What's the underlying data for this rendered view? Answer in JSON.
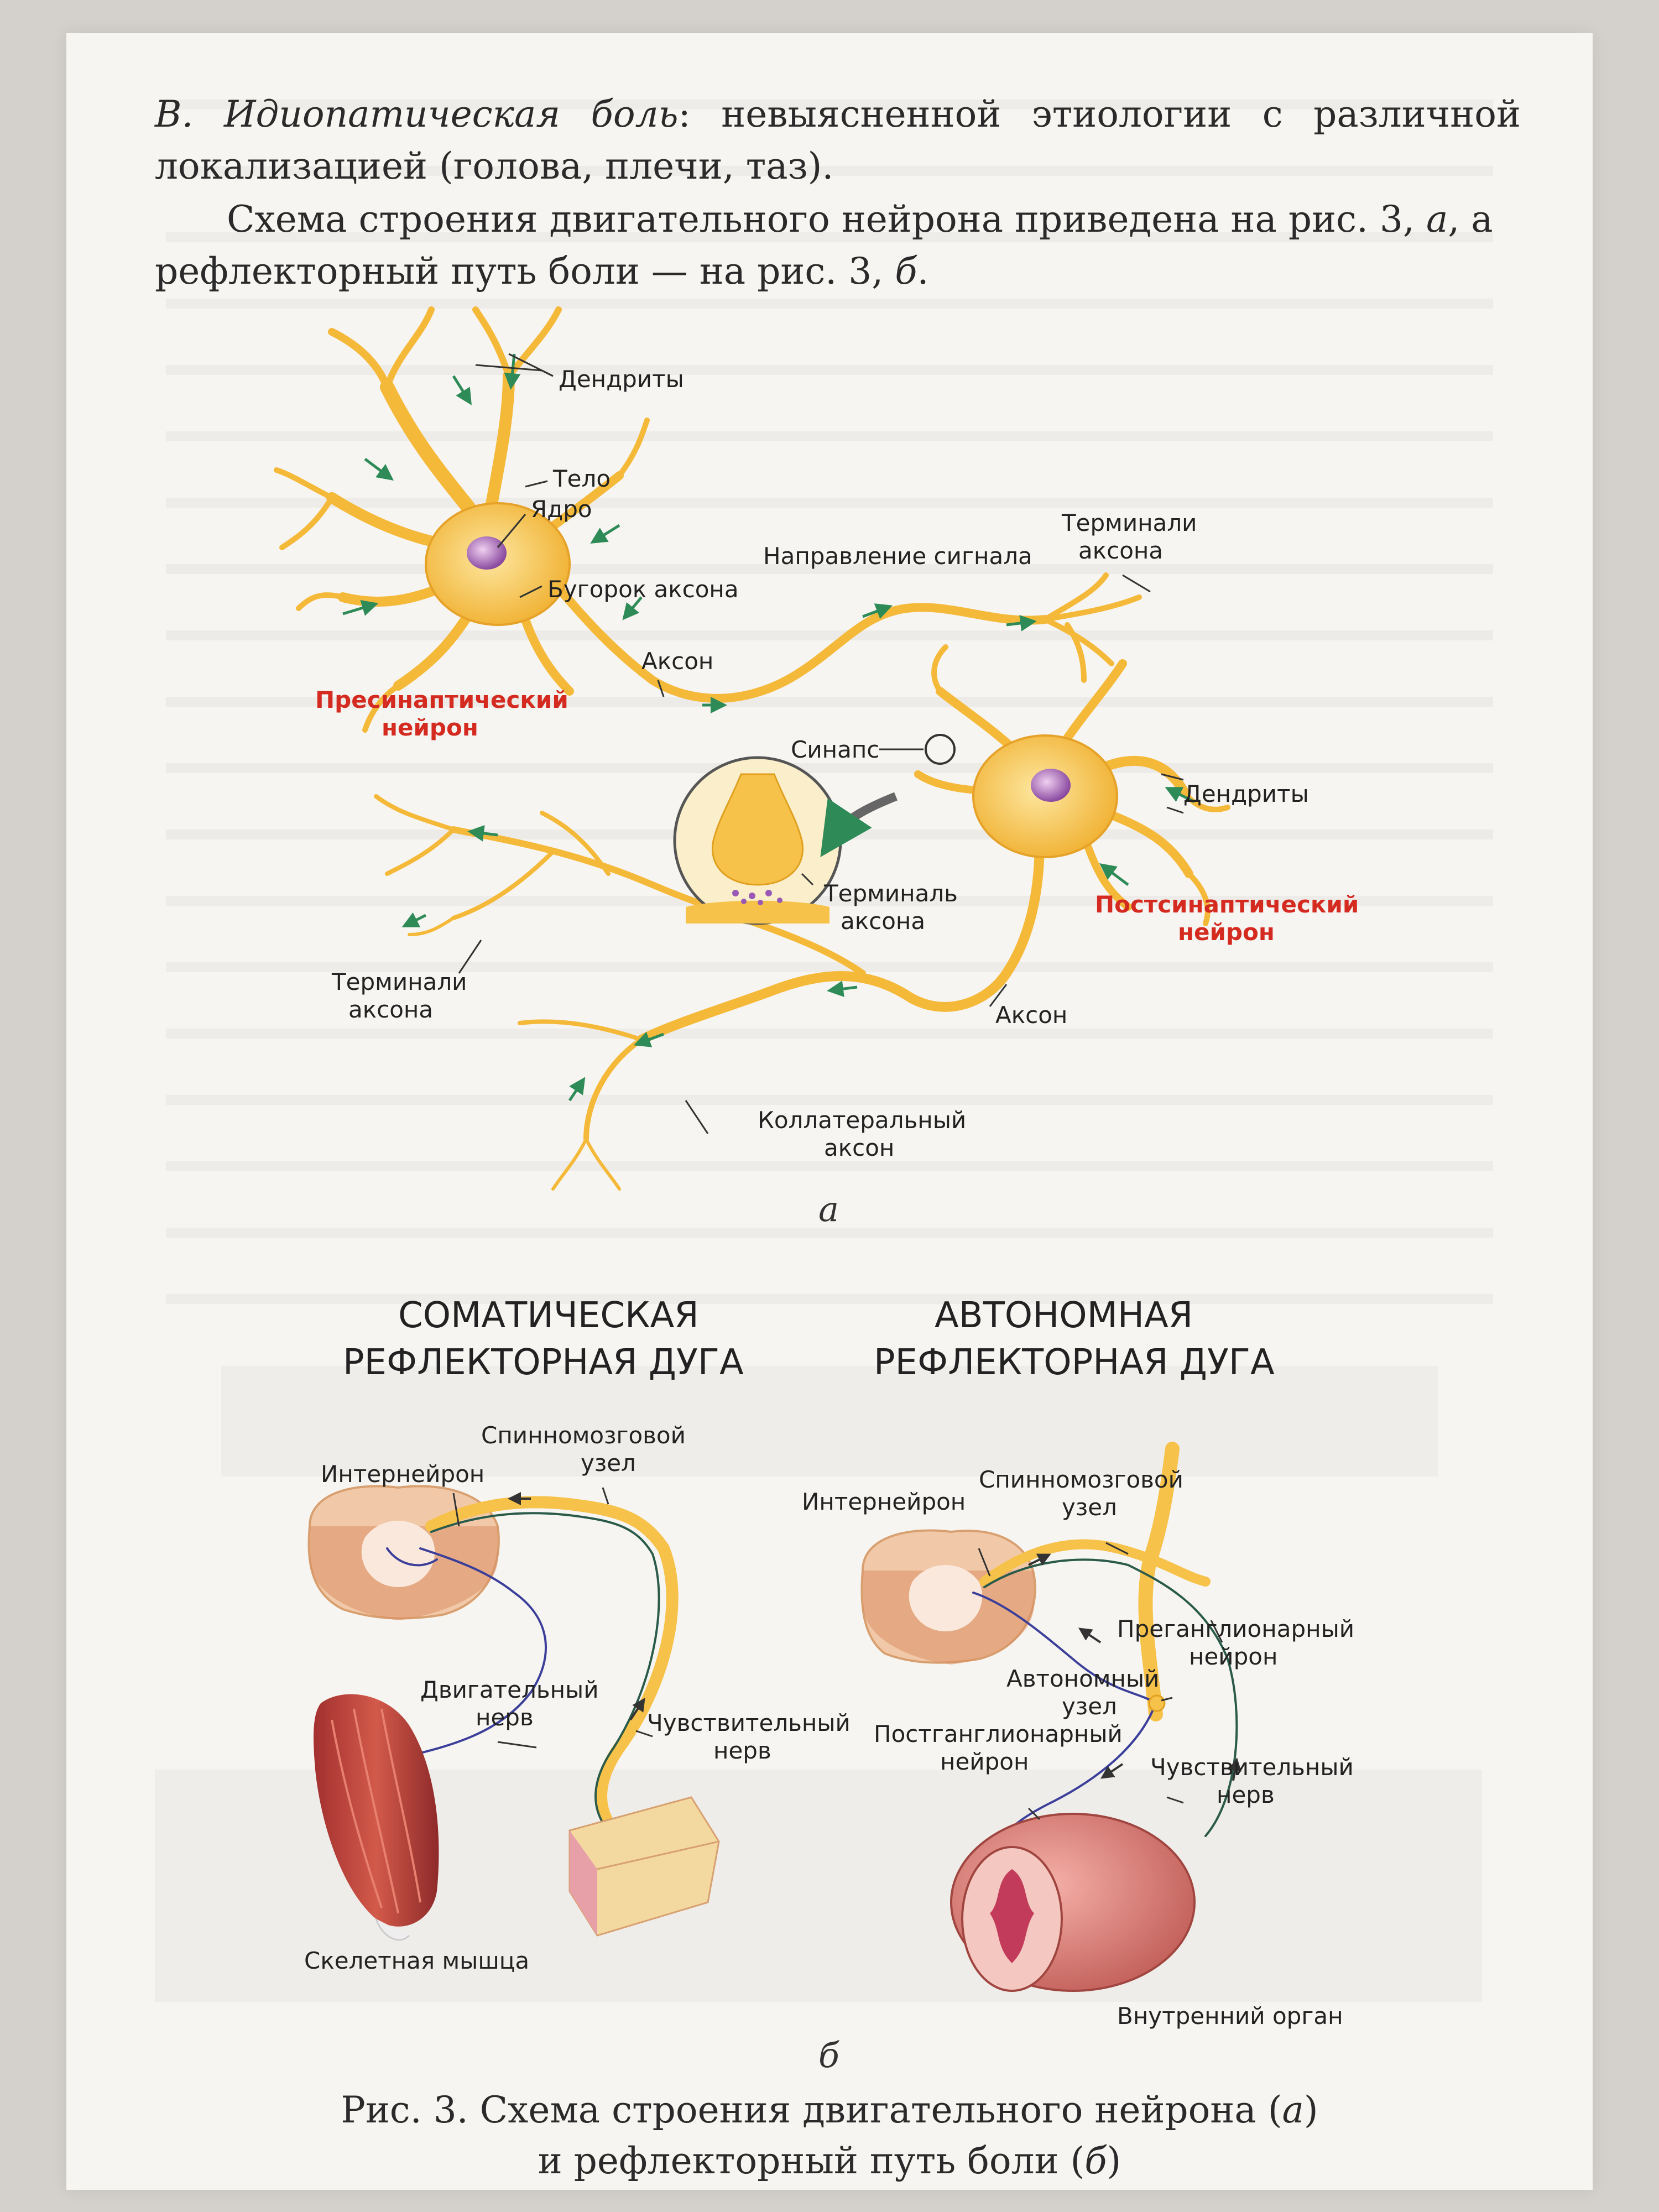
{
  "text": {
    "para1_italic": "В. Идиопатическая боль",
    "para1_rest": ": невыясненной этиологии с различной локализацией (голова, плечи, таз).",
    "para2_start": "Схема строения двигательного нейрона приведена на рис. 3, ",
    "para2_a": "а",
    "para2_mid": ", а рефлекторный путь боли — на рис. 3, ",
    "para2_b": "б",
    "para2_end": "."
  },
  "figure_a": {
    "letter": "а",
    "labels": {
      "dendrites_top": "Дендриты",
      "body": "Тело",
      "nucleus": "Ядро",
      "axon_hillock": "Бугорок аксона",
      "axon_terminals_top_1": "Терминали",
      "axon_terminals_top_2": "аксона",
      "signal_direction": "Направление сигнала",
      "axon_mid": "Аксон",
      "presynaptic_1": "Пресинаптический",
      "presynaptic_2": "нейрон",
      "synapse": "Синапс",
      "dendrites_right": "Дендриты",
      "axon_terminal_1": "Терминаль",
      "axon_terminal_2": "аксона",
      "postsynaptic_1": "Постсинаптический",
      "postsynaptic_2": "нейрон",
      "axon_terminals_left_1": "Терминали",
      "axon_terminals_left_2": "аксона",
      "axon_bottom": "Аксон",
      "collateral_1": "Коллатеральный",
      "collateral_2": "аксон"
    }
  },
  "figure_b": {
    "letter": "б",
    "somatic_title_1": "СОМАТИЧЕСКАЯ",
    "somatic_title_2": "РЕФЛЕКТОРНАЯ ДУГА",
    "autonomic_title_1": "АВТОНОМНАЯ",
    "autonomic_title_2": "РЕФЛЕКТОРНАЯ ДУГА",
    "labels": {
      "interneuron_l": "Интернейрон",
      "spinal_ganglion_l_1": "Спинномозговой",
      "spinal_ganglion_l_2": "узел",
      "motor_nerve_1": "Двигательный",
      "motor_nerve_2": "нерв",
      "sensory_nerve_l_1": "Чувствительный",
      "sensory_nerve_l_2": "нерв",
      "skeletal_muscle": "Скелетная мышца",
      "interneuron_r": "Интернейрон",
      "spinal_ganglion_r_1": "Спинномозговой",
      "spinal_ganglion_r_2": "узел",
      "preganglionic_1": "Преганглионарный",
      "preganglionic_2": "нейрон",
      "autonomic_ganglion_1": "Автономный",
      "autonomic_ganglion_2": "узел",
      "postganglionic_1": "Постганглионарный",
      "postganglionic_2": "нейрон",
      "sensory_nerve_r_1": "Чувствительный",
      "sensory_nerve_r_2": "нерв",
      "internal_organ": "Внутренний орган"
    }
  },
  "caption": {
    "line1_start": "Рис. 3. Схема строения двигательного нейрона (",
    "line1_a": "а",
    "line1_end": ")",
    "line2_start": "и рефлекторный путь боли (",
    "line2_b": "б",
    "line2_end": ")"
  },
  "colors": {
    "neuron": "#f7c24a",
    "neuron_dark": "#e0a020",
    "arrow": "#2e8b57",
    "red_label": "#d42a20",
    "spinal_cord": "#f1c9a8",
    "nerve_blue": "#3b3f9a"
  }
}
